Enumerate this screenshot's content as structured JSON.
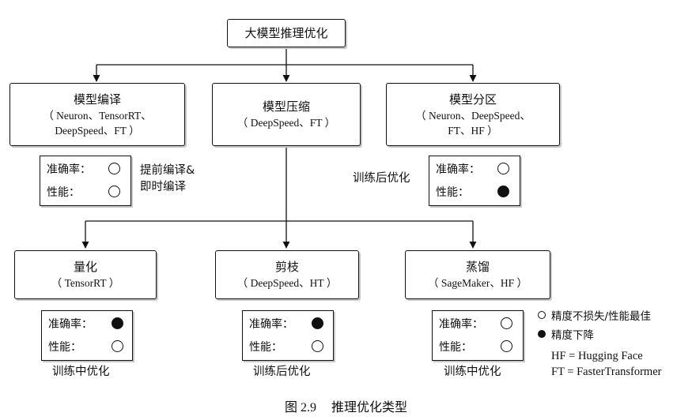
{
  "root": {
    "label": "大模型推理优化"
  },
  "categories": [
    {
      "title": "模型编译",
      "tools_line1": "（ Neuron、TensorRT、",
      "tools_line2": "DeepSpeed、FT ）"
    },
    {
      "title": "模型压缩",
      "tools_line1": "（ DeepSpeed、FT ）"
    },
    {
      "title": "模型分区",
      "tools_line1": "（ Neuron、DeepSpeed、",
      "tools_line2": "FT、HF ）"
    }
  ],
  "techniques": [
    {
      "title": "量化",
      "tools": "（ TensorRT ）",
      "accuracy": "degraded",
      "performance": "best",
      "stage": "训练中优化"
    },
    {
      "title": "剪枝",
      "tools": "（ DeepSpeed、HT ）",
      "accuracy": "degraded",
      "performance": "best",
      "stage": "训练后优化"
    },
    {
      "title": "蒸馏",
      "tools": "（ SageMaker、HF ）",
      "accuracy": "best",
      "performance": "best",
      "stage": "训练中优化"
    }
  ],
  "compile_metrics": {
    "accuracy": "best",
    "performance": "best",
    "note_line1": "提前编译&",
    "note_line2": "即时编译"
  },
  "partition_metrics": {
    "accuracy": "best",
    "performance": "degraded",
    "note": "训练后优化"
  },
  "labels": {
    "accuracy": "准确率：",
    "performance": "性能："
  },
  "legend": {
    "open_circle": "精度不损失/性能最佳",
    "filled_circle": "精度下降",
    "abbr_hf": "HF = Hugging Face",
    "abbr_ft": "FT = FasterTransformer"
  },
  "caption": {
    "figure_number": "图 2.9",
    "title": "推理优化类型"
  }
}
